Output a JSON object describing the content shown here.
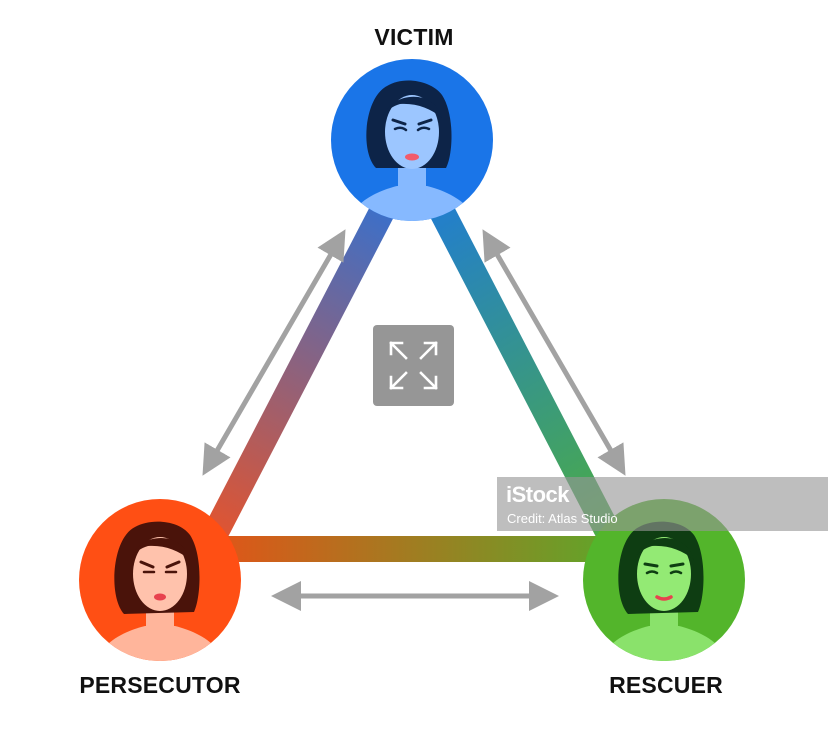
{
  "diagram": {
    "roles": {
      "victim": "VICTIM",
      "persecutor": "PERSECUTOR",
      "rescuer": "RESCUER"
    },
    "colors": {
      "victim": "#1a75e8",
      "persecutor": "#ff4f14",
      "rescuer": "#53b52b"
    },
    "relations": [
      "victim-persecutor",
      "victim-rescuer",
      "persecutor-rescuer"
    ]
  },
  "overlay": {
    "expand_icon": "expand-arrows-icon"
  },
  "watermark": {
    "logo": "iStock",
    "credit": "Credit: Atlas Studio"
  }
}
